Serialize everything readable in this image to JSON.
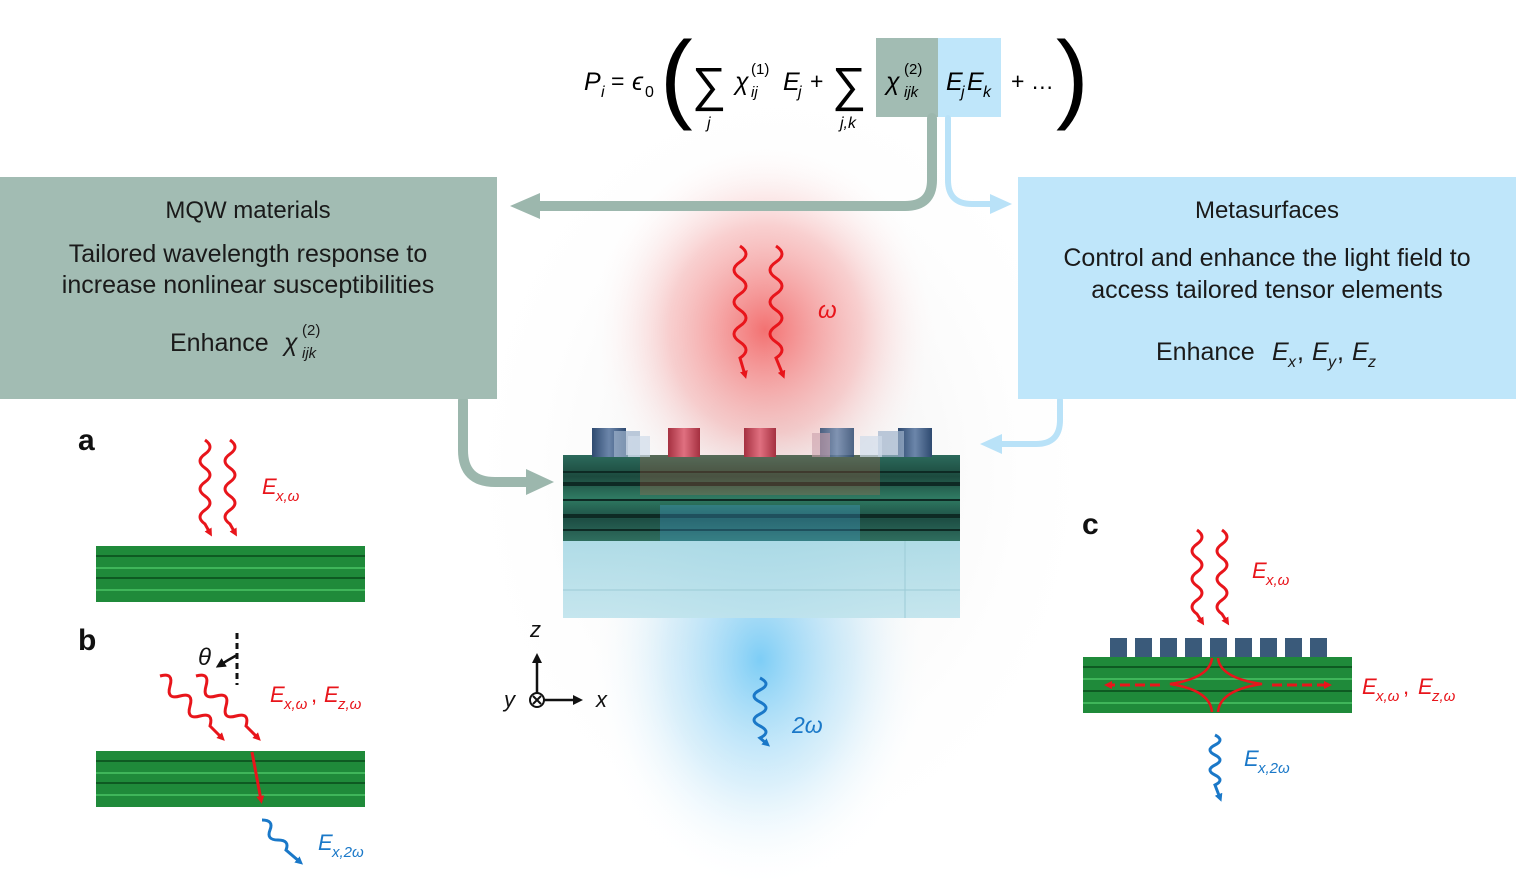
{
  "equation": {
    "lhs_sym": "P",
    "lhs_sub": "i",
    "equals": "=",
    "eps_sym": "ϵ",
    "eps_sub": "0",
    "open_paren": "(",
    "close_paren": ")",
    "sum_sym": "∑",
    "sum1_index": "j",
    "chi_sym": "χ",
    "chi1_sub": "ij",
    "chi1_sup": "(1)",
    "e_sym": "E",
    "ej_sub": "j",
    "plus": "+",
    "sum2_index": "j,k",
    "chi2_sub": "ijk",
    "chi2_sup": "(2)",
    "ek_sub": "k",
    "tail": "+ …"
  },
  "mqw_box": {
    "title": "MQW materials",
    "line1": "Tailored wavelength response to",
    "line2": "increase nonlinear susceptibilities",
    "enhance_prefix": "Enhance",
    "chi_sym": "χ",
    "chi_sub": "ijk",
    "chi_sup": "(2)"
  },
  "meta_box": {
    "title": "Metasurfaces",
    "line1": "Control and enhance the light field to",
    "line2": "access tailored tensor elements",
    "enhance_prefix": "Enhance",
    "e_sym": "E",
    "ex_sub": "x",
    "ey_sub": "y",
    "ez_sub": "z",
    "comma": ","
  },
  "center": {
    "omega": "ω",
    "two_omega": "2ω",
    "axis_z": "z",
    "axis_x": "x",
    "axis_y": "y"
  },
  "panel_a": {
    "label": "a",
    "e_sym": "E",
    "field_sub": "x,ω"
  },
  "panel_b": {
    "label": "b",
    "theta": "θ",
    "e_sym": "E",
    "field1_sub": "x,ω",
    "comma": ",",
    "field2_sub": "z,ω",
    "out_sub": "x,2ω"
  },
  "panel_c": {
    "label": "c",
    "e_sym": "E",
    "in_sub": "x,ω",
    "field1_sub": "x,ω",
    "comma": ",",
    "field2_sub": "z,ω",
    "out_sub": "x,2ω"
  },
  "colors": {
    "mqw_box": "#a2bcb3",
    "mqw_arrow": "#9cb7ad",
    "meta_box": "#bfe6fa",
    "meta_arrow": "#b9e2f8",
    "red": "#e8151b",
    "blue": "#1a78c8",
    "green_layer": "#1f8a3a",
    "pillar": "#3a5a7a"
  }
}
